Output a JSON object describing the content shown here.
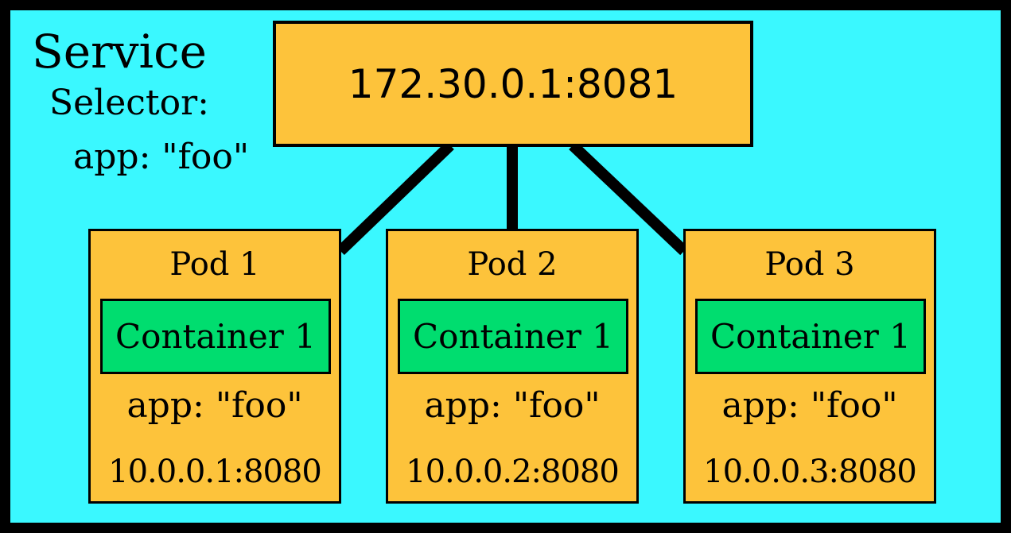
{
  "service": {
    "title": "Service",
    "selector_label": "Selector:",
    "selector_value": "app: \"foo\"",
    "endpoint": "172.30.0.1:8081"
  },
  "pods": [
    {
      "title": "Pod 1",
      "container": "Container 1",
      "label": "app: \"foo\"",
      "address": "10.0.0.1:8080"
    },
    {
      "title": "Pod 2",
      "container": "Container 1",
      "label": "app: \"foo\"",
      "address": "10.0.0.2:8080"
    },
    {
      "title": "Pod 3",
      "container": "Container 1",
      "label": "app: \"foo\"",
      "address": "10.0.0.3:8080"
    }
  ],
  "colors": {
    "service_background": "#3af8ff",
    "box_fill": "#fdc33b",
    "container_fill": "#00dd6f",
    "outline": "#000000"
  }
}
